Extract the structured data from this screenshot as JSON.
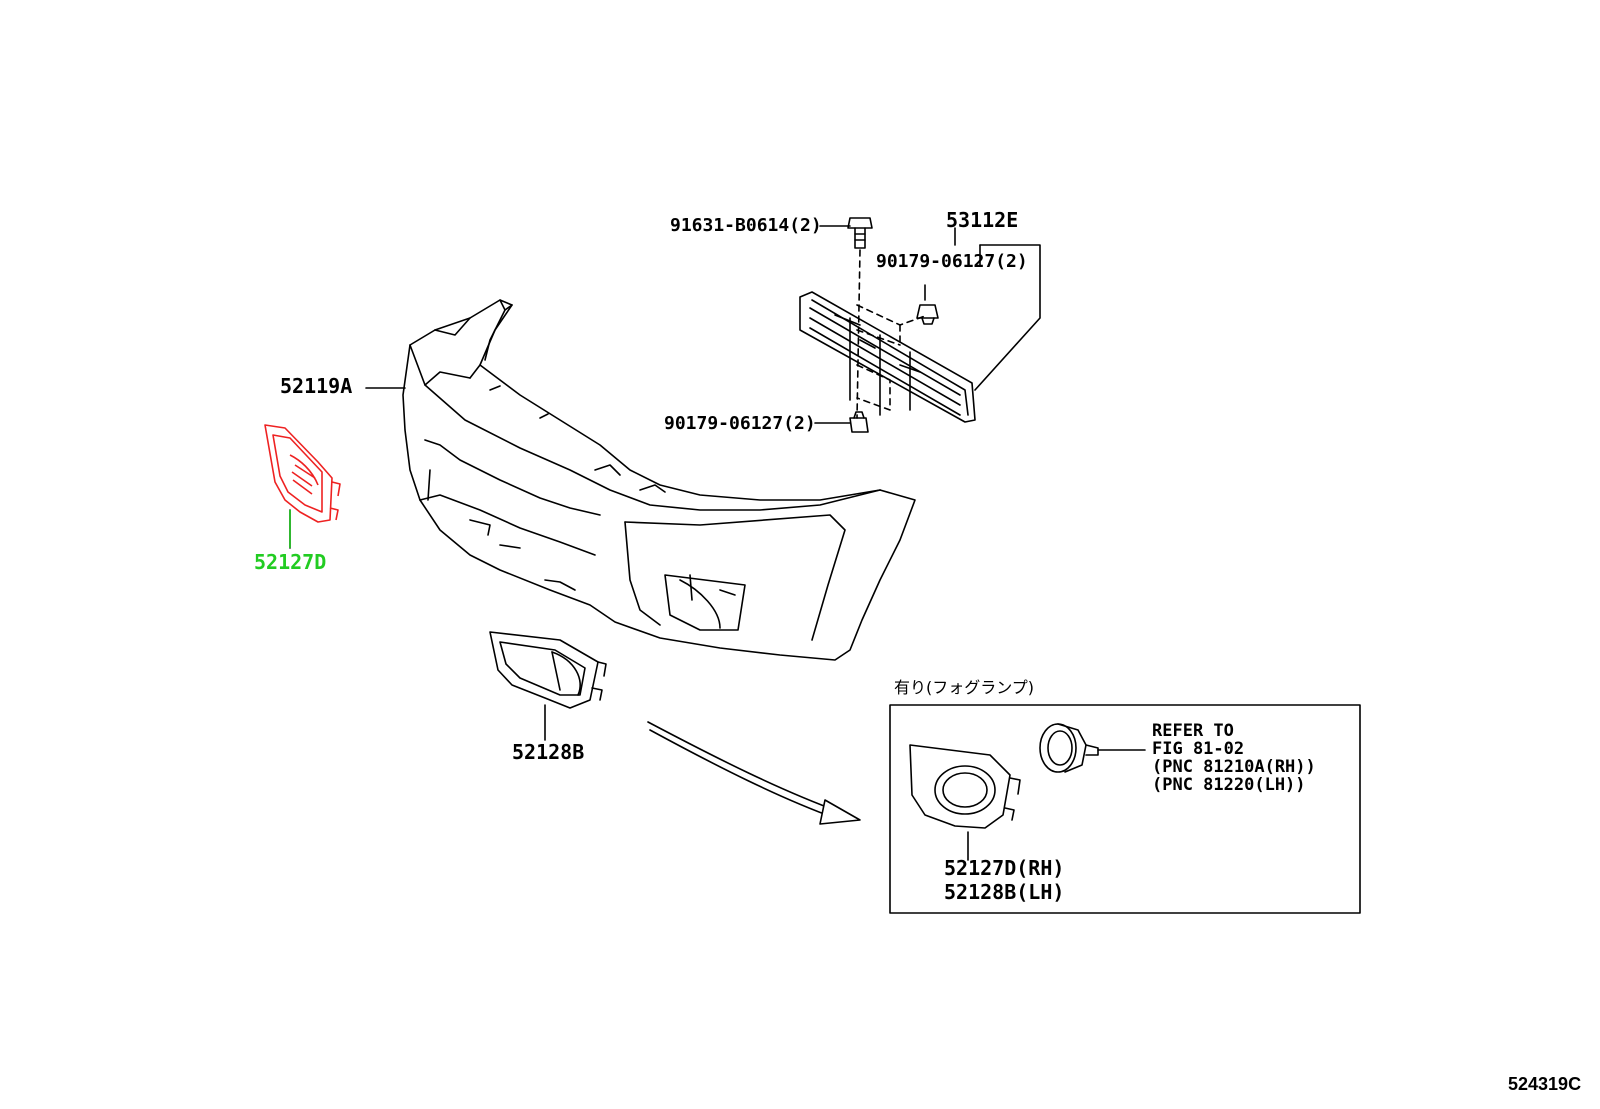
{
  "labels": {
    "bolt": "91631-B0614(2)",
    "grille": "53112E",
    "clip_upper": "90179-06127(2)",
    "clip_lower": "90179-06127(2)",
    "bumper": "52119A",
    "cover_left_highlight": "52127D",
    "cover_lower": "52128B",
    "option_caption": "有り(フォグランプ)",
    "refer": [
      "REFER TO",
      "FIG 81-02",
      "(PNC 81210A(RH))",
      "(PNC 81220(LH))"
    ],
    "cover_rh": "52127D(RH)",
    "cover_lh": "52128B(LH)",
    "figure_code": "524319C"
  },
  "colors": {
    "highlight_part": "#ee2222",
    "highlight_label": "#22cc22",
    "line": "#000000"
  }
}
